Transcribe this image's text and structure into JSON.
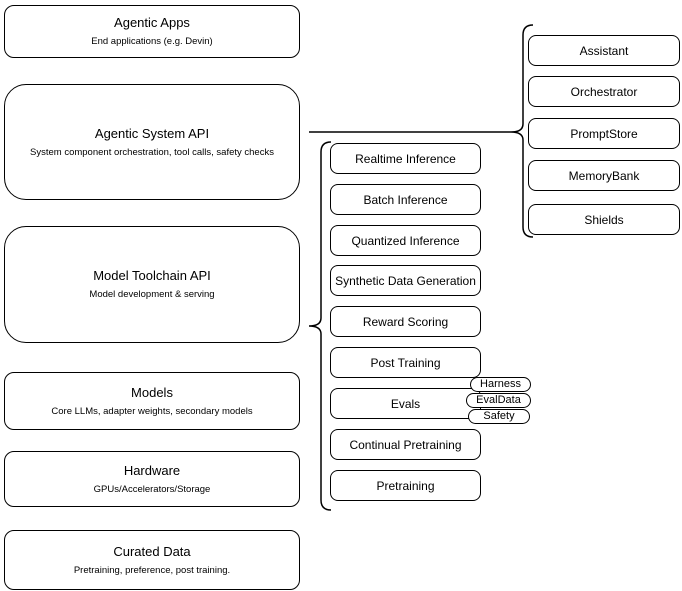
{
  "diagram": {
    "left_stack": [
      {
        "title": "Agentic Apps",
        "subtitle": "End applications (e.g. Devin)"
      },
      {
        "title": "Agentic System API",
        "subtitle": "System component orchestration, tool calls, safety checks"
      },
      {
        "title": "Model Toolchain API",
        "subtitle": "Model development & serving"
      },
      {
        "title": "Models",
        "subtitle": "Core LLMs, adapter weights, secondary models"
      },
      {
        "title": "Hardware",
        "subtitle": "GPUs/Accelerators/Storage"
      },
      {
        "title": "Curated Data",
        "subtitle": "Pretraining, preference, post training."
      }
    ],
    "toolchain_components": [
      "Realtime Inference",
      "Batch Inference",
      "Quantized Inference",
      "Synthetic Data Generation",
      "Reward Scoring",
      "Post Training",
      "Evals",
      "Continual Pretraining",
      "Pretraining"
    ],
    "evals_tags": [
      "Harness",
      "EvalData",
      "Safety"
    ],
    "system_components": [
      "Assistant",
      "Orchestrator",
      "PromptStore",
      "MemoryBank",
      "Shields"
    ],
    "colors": {
      "stroke": "#000000",
      "fill": "#ffffff",
      "text": "#000000"
    }
  }
}
